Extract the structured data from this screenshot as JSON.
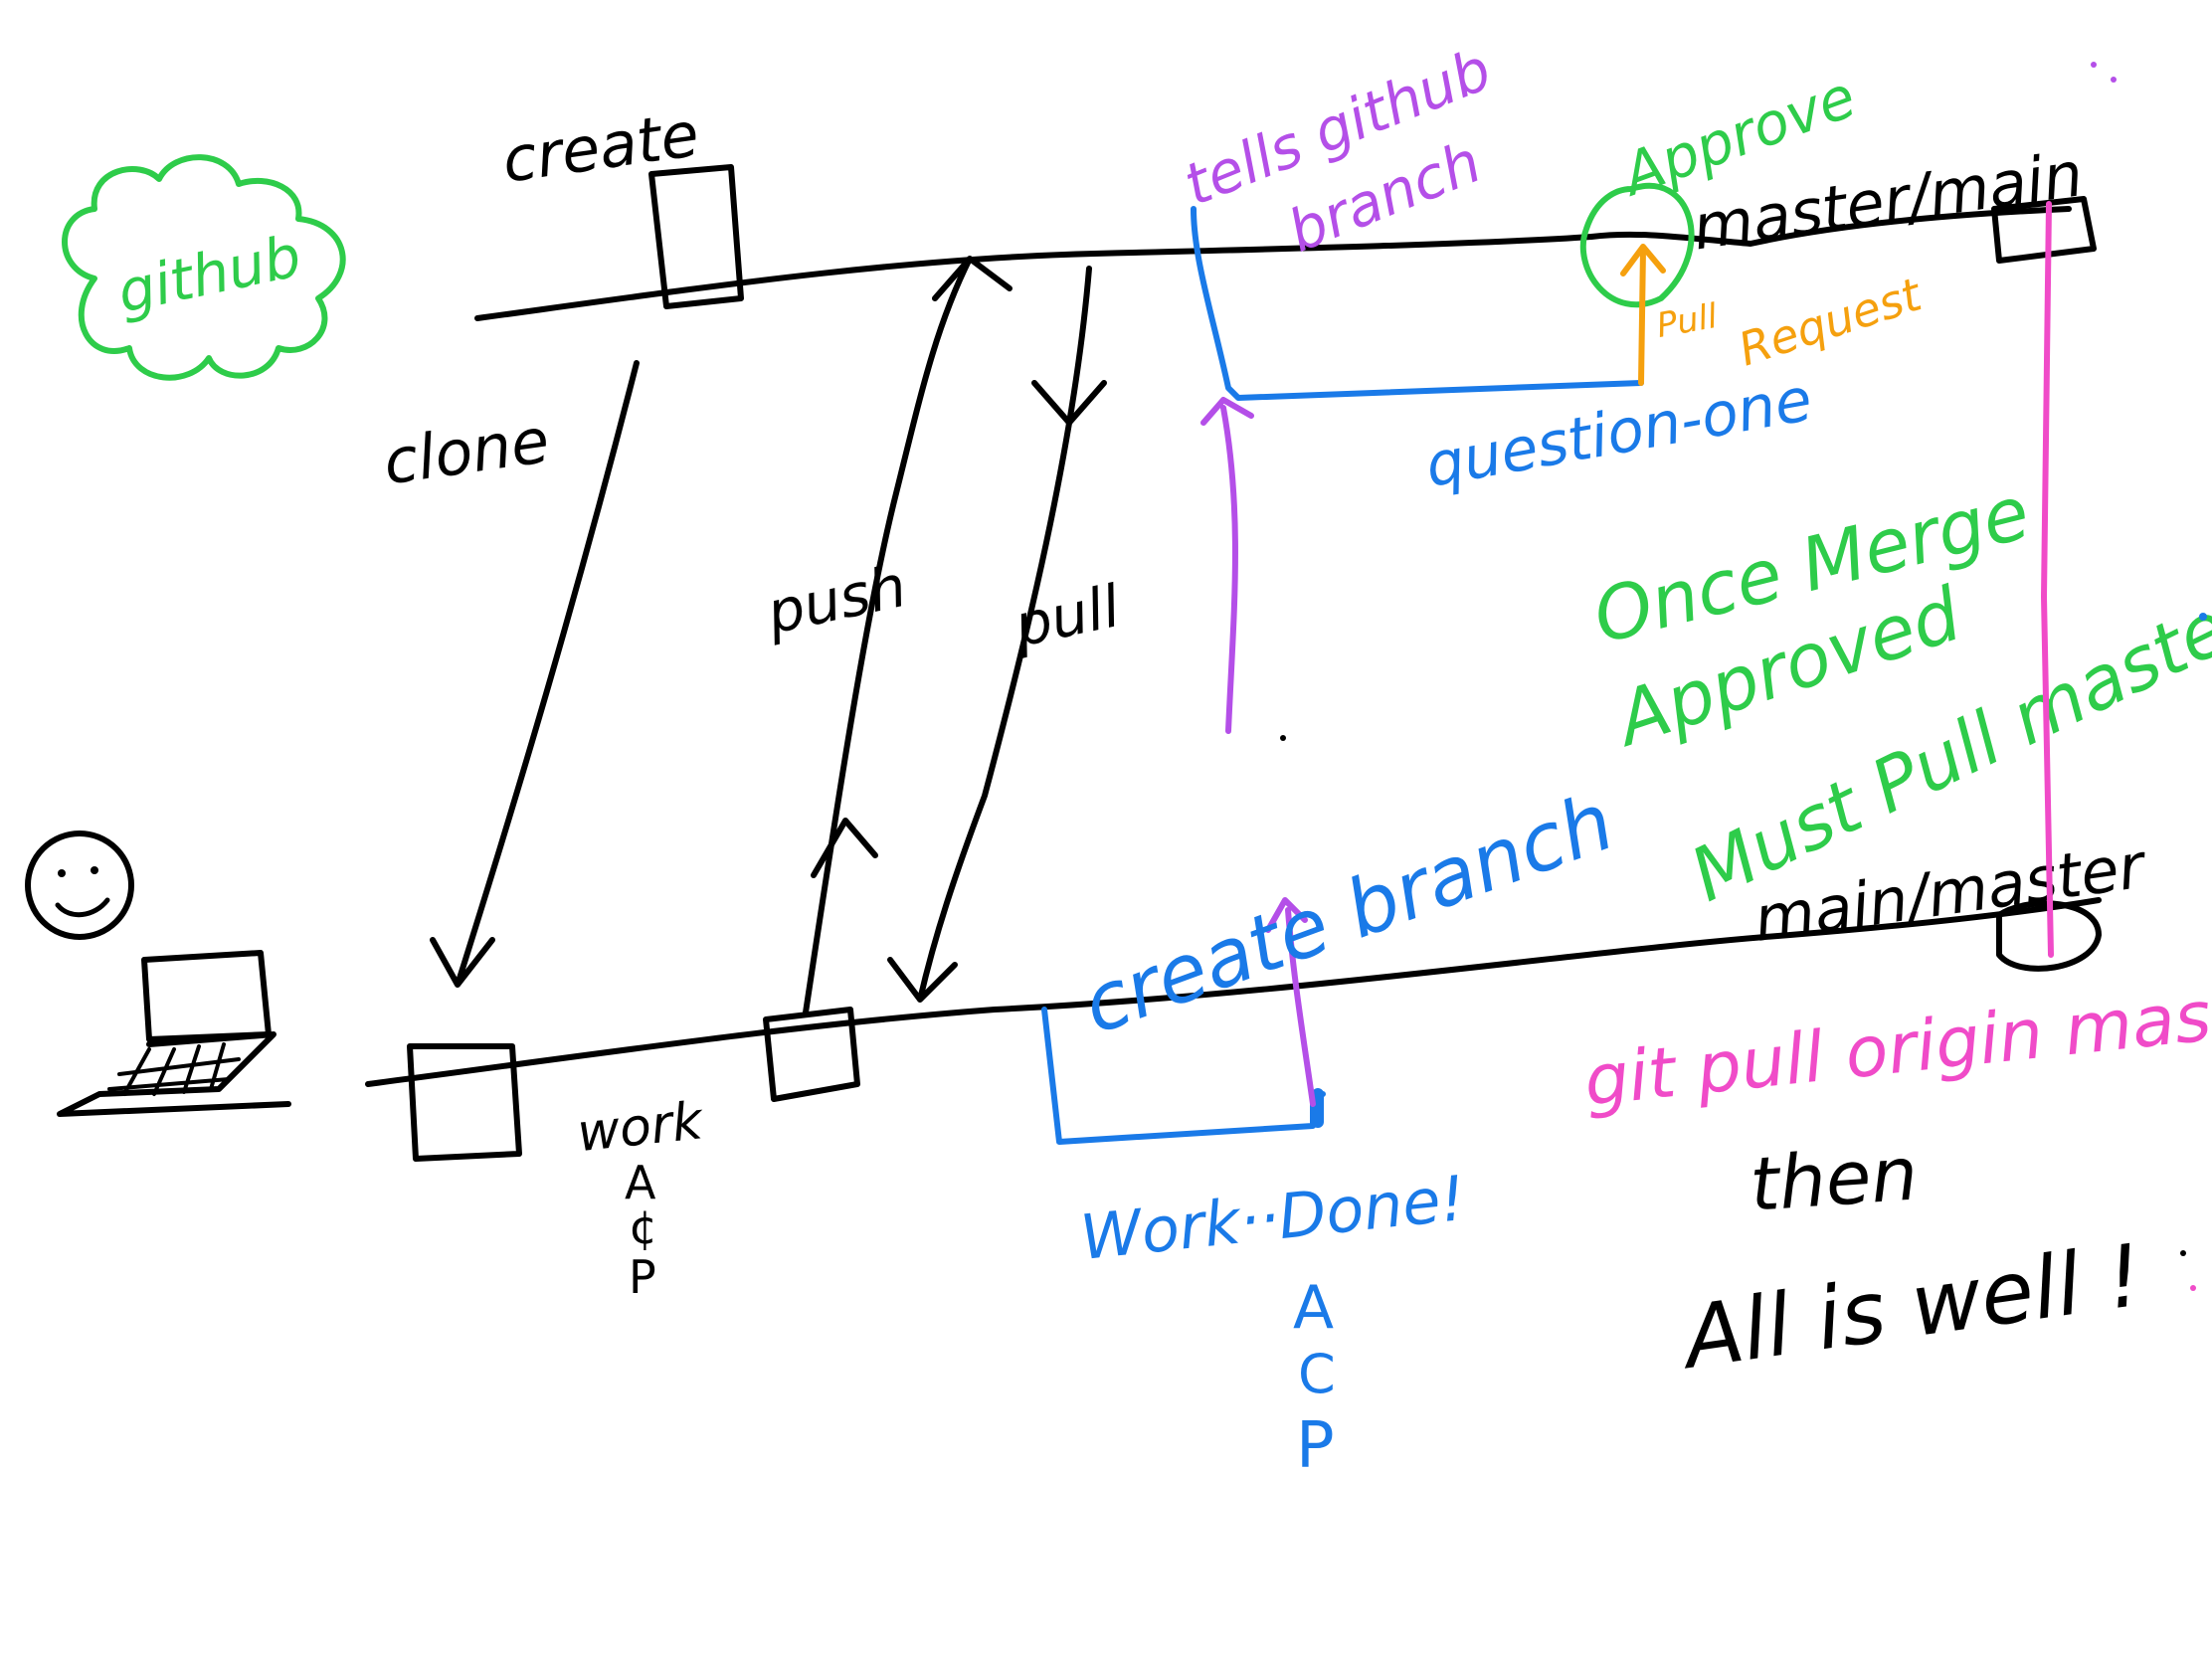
{
  "colors": {
    "black": "#000000",
    "green": "#2ecc4a",
    "blue": "#1a7ae8",
    "purple": "#b44fe8",
    "orange": "#f5a00e",
    "pink": "#f04bc8"
  },
  "labels": {
    "github": "github",
    "create": "create",
    "clone": "clone",
    "push": "push",
    "pull": "pull",
    "tells_github_branch_line1": "tells github",
    "tells_github_branch_line2": "branch",
    "approve": "Approve",
    "master_main": "master/main",
    "pull_request_1": "Pull",
    "pull_request_2": "Request",
    "question_one": "question-one",
    "once_merge_1": "Once Merge",
    "once_merge_2": "Approved",
    "once_merge_3": "Must Pull master",
    "create_branch": "create branch",
    "main_master": "main/master",
    "git_pull_origin_master": "git pull origin master",
    "work": "work",
    "acp_black_a": "A",
    "acp_black_c": "¢",
    "acp_black_p": "P",
    "work_done": "Work··Done!",
    "acp_blue_a": "A",
    "acp_blue_c": "C",
    "acp_blue_p": "P",
    "then": "then",
    "all_is_well": "All is well !"
  },
  "icons": {
    "cloud": "cloud-icon",
    "smiley": "smiley-face-icon",
    "laptop": "laptop-icon"
  }
}
